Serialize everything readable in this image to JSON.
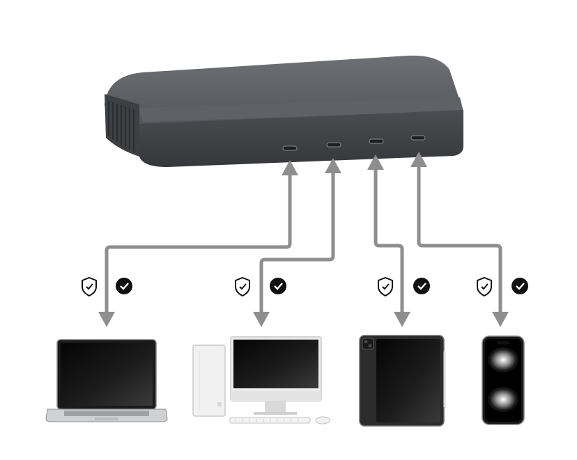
{
  "diagram": {
    "hub": {
      "device": "usb-c-hub",
      "color": "#55585c",
      "port_count": 4
    },
    "connections": [
      {
        "port": 1,
        "device": "laptop",
        "status_icons": [
          "shield-icon",
          "check-circle-icon"
        ]
      },
      {
        "port": 2,
        "device": "desktop-computer",
        "status_icons": [
          "shield-icon",
          "check-circle-icon"
        ]
      },
      {
        "port": 3,
        "device": "tablet",
        "status_icons": [
          "shield-icon",
          "check-circle-icon"
        ]
      },
      {
        "port": 4,
        "device": "smartphone",
        "status_icons": [
          "shield-icon",
          "check-circle-icon"
        ]
      }
    ],
    "arrow_color": "#8e8e8e"
  }
}
